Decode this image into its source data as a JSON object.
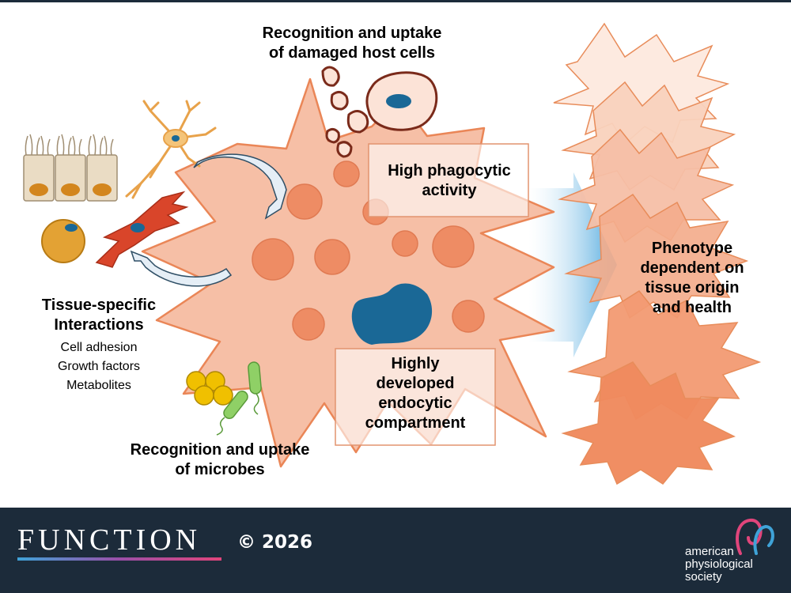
{
  "labels": {
    "damaged_cells": [
      "Recognition and uptake",
      "of damaged host cells"
    ],
    "phagocytic": [
      "High phagocytic",
      "activity"
    ],
    "tissue_title": [
      "Tissue-specific",
      "Interactions"
    ],
    "tissue_items": [
      "Cell adhesion",
      "Growth factors",
      "Metabolites"
    ],
    "endocytic": [
      "Highly",
      "developed",
      "endocytic",
      "compartment"
    ],
    "microbes": [
      "Recognition and uptake",
      "of microbes"
    ],
    "phenotype": [
      "Phenotype",
      "dependent on",
      "tissue origin",
      "and health"
    ]
  },
  "footer": {
    "journal": "FUNCTION",
    "copyright": "© 2026",
    "publisher": [
      "american",
      "physiological",
      "society"
    ]
  },
  "colors": {
    "macrophage_fill": "#f6bfa6",
    "macrophage_outline": "#ea8657",
    "vesicle": "#ee8c64",
    "nucleus": "#1a6896",
    "footer_bg": "#1c2b3a",
    "arrow_blue": "#5aaee0"
  }
}
